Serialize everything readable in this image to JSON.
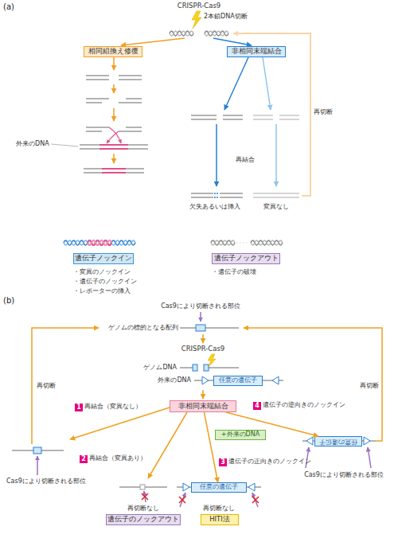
{
  "diagram": {
    "nodes": [
      {
        "text": [
          "相同組換え修復"
        ]
      },
      {
        "text": [
          "非相同末端結合"
        ]
      },
      {
        "text": [
          "遺伝子ノックイン"
        ]
      },
      {
        "text": [
          "遺伝子ノックアウト"
        ]
      },
      {
        "text": [
          "任意の遺伝子"
        ]
      },
      {
        "text": [
          "非相同末端結合"
        ]
      },
      {
        "text": [
          "+外来のDNA"
        ]
      },
      {
        "text": [
          "任意の遺伝子"
        ]
      },
      {
        "text": [
          "任意の遺伝子"
        ]
      },
      {
        "text": [
          "遺伝子のノックアウト"
        ]
      },
      {
        "text": [
          "HITI法"
        ]
      }
    ],
    "edges": [
      {
        "from": 5,
        "to": 8,
        "arrow": "to"
      },
      {
        "from": 5,
        "to": 7,
        "arrow": "to"
      }
    ],
    "labels": [
      "(a)",
      "CRISPR-Cas9",
      "2本鎖DNA切断",
      "外来のDNA",
      "再切断",
      "再結合",
      "欠失あるいは挿入",
      "変異なし",
      "・変異のノックイン",
      "・遺伝子のノックイン",
      "・レポーターの挿入",
      "・遺伝子の破壊",
      "(b)",
      "Cas9により切断される部位",
      "ゲノムの標的となる配列",
      "CRISPR-Cas9",
      "ゲノムDNA",
      "外来のDNA",
      "再切断",
      "1",
      "再結合（変異なし）",
      "4",
      "遺伝子の逆向きのノックイン",
      "2",
      "再結合（変異あり）",
      "3",
      "遺伝子の正向きのノックイン",
      "再切断",
      "Cas9により切断される部位",
      "Cas9により切断される部位",
      "再切断なし",
      "再切断なし"
    ]
  }
}
